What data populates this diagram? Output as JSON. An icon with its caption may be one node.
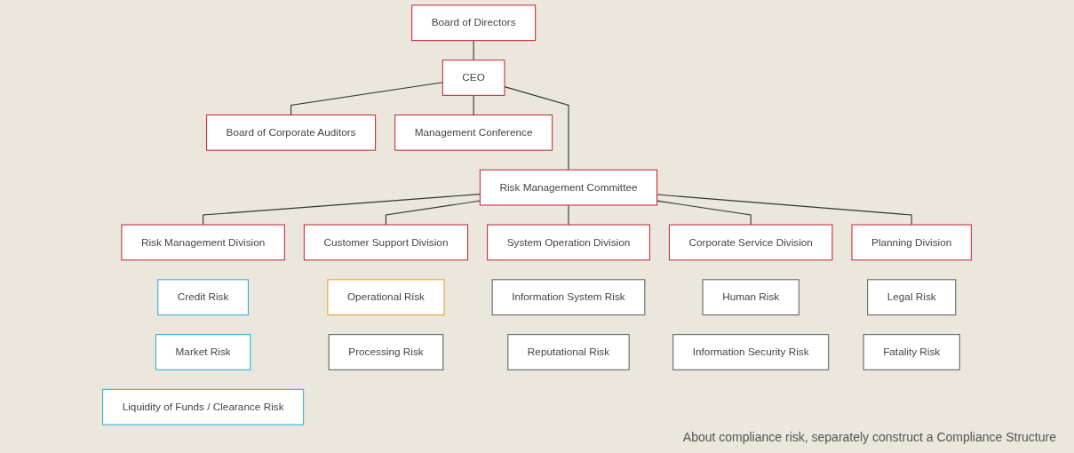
{
  "diagram": {
    "nodes": [
      {
        "text": [
          "Board of Directors"
        ]
      },
      {
        "text": [
          "CEO"
        ]
      },
      {
        "text": [
          "Board of Corporate Auditors"
        ]
      },
      {
        "text": [
          "Management Conference"
        ]
      },
      {
        "text": [
          "Risk Management Committee"
        ]
      },
      {
        "text": [
          "Planning Division"
        ]
      },
      {
        "text": [
          "Risk Management Division"
        ]
      },
      {
        "text": [
          "Customer Support Division"
        ]
      },
      {
        "text": [
          "System Operation Division"
        ]
      },
      {
        "text": [
          "Corporate Service Division"
        ]
      },
      {
        "text": [
          "Credit Risk"
        ]
      },
      {
        "text": [
          "Market Risk"
        ]
      },
      {
        "text": [
          "Liquidity of Funds / Clearance Risk"
        ]
      },
      {
        "text": [
          "Operational Risk"
        ]
      },
      {
        "text": [
          "Processing Risk"
        ]
      },
      {
        "text": [
          "Information System Risk"
        ]
      },
      {
        "text": [
          "Human Risk"
        ]
      },
      {
        "text": [
          "Reputational Risk"
        ]
      },
      {
        "text": [
          "Legal Risk"
        ]
      },
      {
        "text": [
          "Information Security Risk"
        ]
      },
      {
        "text": [
          "Fatality Risk"
        ]
      }
    ],
    "edges": [
      {
        "from": 0,
        "to": 1,
        "arrow": "none"
      },
      {
        "from": 1,
        "to": 2,
        "arrow": "none"
      },
      {
        "from": 1,
        "to": 3,
        "arrow": "none"
      },
      {
        "from": 1,
        "to": 4,
        "arrow": "none"
      },
      {
        "from": 4,
        "to": 5,
        "arrow": "none"
      },
      {
        "from": 4,
        "to": 6,
        "arrow": "none"
      },
      {
        "from": 4,
        "to": 7,
        "arrow": "none"
      },
      {
        "from": 4,
        "to": 8,
        "arrow": "none"
      },
      {
        "from": 4,
        "to": 9,
        "arrow": "none"
      }
    ],
    "labels": [
      "About compliance risk, separately construct a Compliance Structure"
    ]
  }
}
